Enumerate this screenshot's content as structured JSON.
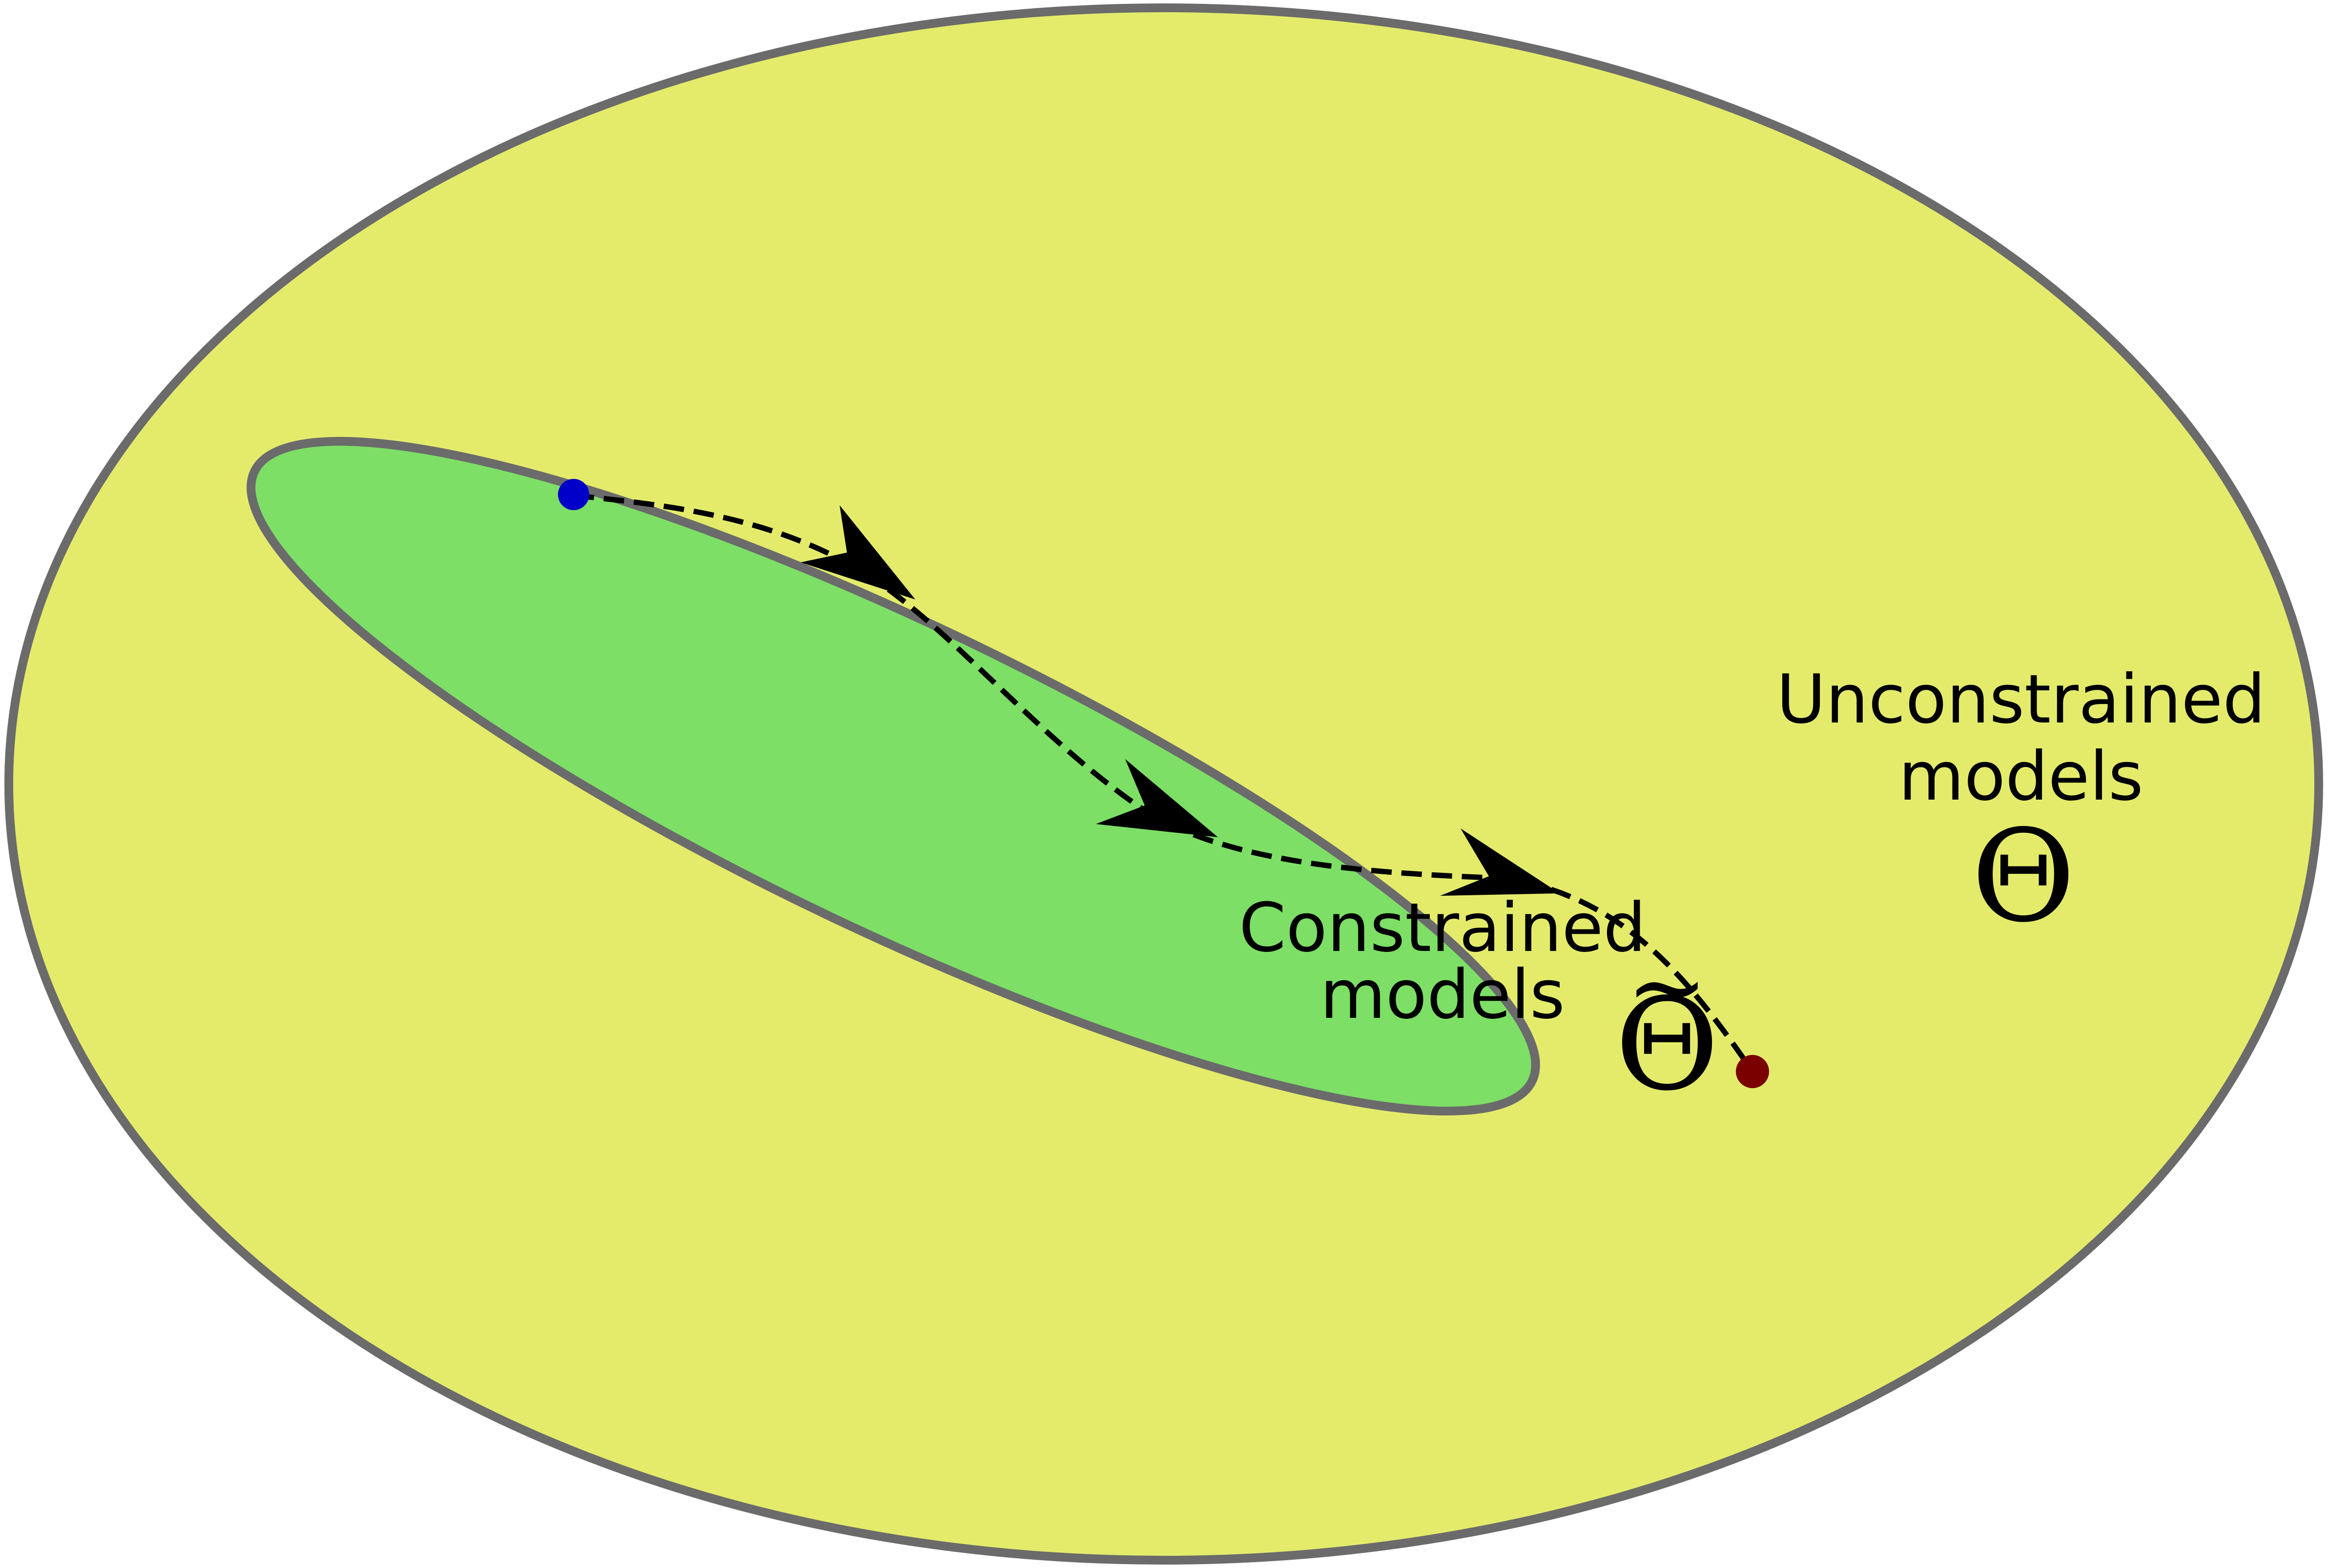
{
  "regions": {
    "outer": {
      "label_line1": "Unconstrained",
      "label_line2": "models",
      "symbol": "Θ",
      "fill_color": "#e4eb6b",
      "stroke_color": "#6b6b6b"
    },
    "inner": {
      "label_line1": "Constrained",
      "label_line2": "models",
      "symbol": "Θ",
      "symbol_accent": "~",
      "fill_color": "#7ddf66",
      "stroke_color": "#6b6b6b"
    }
  },
  "trajectory": {
    "start_point_color": "#0000c8",
    "end_point_color": "#7a0000",
    "line_style": "dashed",
    "line_color": "#000000",
    "arrow_color": "#000000"
  }
}
